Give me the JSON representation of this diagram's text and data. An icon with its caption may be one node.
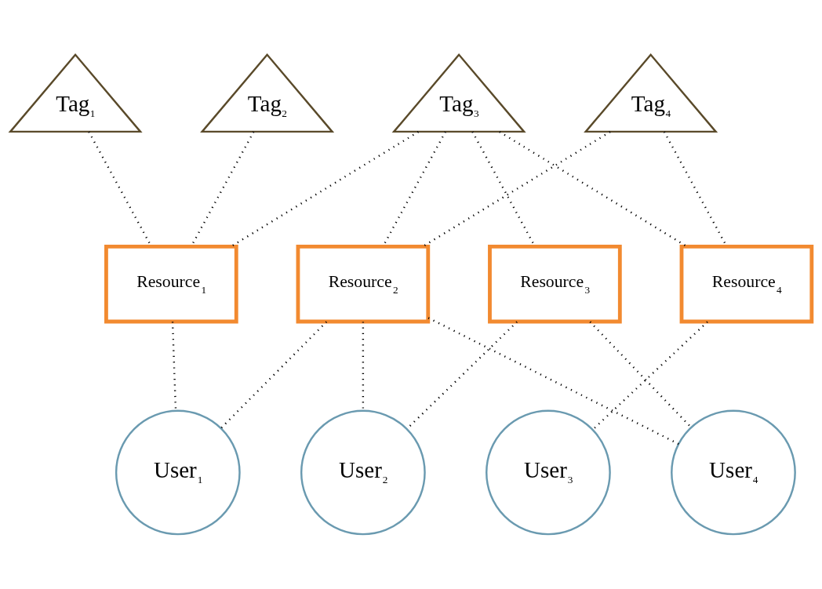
{
  "diagram": {
    "nodes": [
      {
        "text": [
          "Tag$_{1}$"
        ]
      },
      {
        "text": [
          "Tag$_{2}$"
        ]
      },
      {
        "text": [
          "Tag$_{3}$"
        ]
      },
      {
        "text": [
          "Tag$_{4}$"
        ]
      },
      {
        "text": [
          "Resource$_{1}$"
        ]
      },
      {
        "text": [
          "Resource$_{2}$"
        ]
      },
      {
        "text": [
          "Resource$_{3}$"
        ]
      },
      {
        "text": [
          "Resource$_{4}$"
        ]
      },
      {
        "text": [
          "User$_{1}$"
        ]
      },
      {
        "text": [
          "User$_{2}$"
        ]
      },
      {
        "text": [
          "User$_{3}$"
        ]
      },
      {
        "text": [
          "User$_{4}$"
        ]
      }
    ],
    "edges": [
      {
        "from": 0,
        "to": 4,
        "arrow": "none"
      },
      {
        "from": 1,
        "to": 4,
        "arrow": "none"
      },
      {
        "from": 2,
        "to": 4,
        "arrow": "none"
      },
      {
        "from": 2,
        "to": 5,
        "arrow": "none"
      },
      {
        "from": 2,
        "to": 6,
        "arrow": "none"
      },
      {
        "from": 2,
        "to": 7,
        "arrow": "none"
      },
      {
        "from": 3,
        "to": 5,
        "arrow": "none"
      },
      {
        "from": 3,
        "to": 7,
        "arrow": "none"
      },
      {
        "from": 4,
        "to": 8,
        "arrow": "none"
      },
      {
        "from": 5,
        "to": 8,
        "arrow": "none"
      },
      {
        "from": 5,
        "to": 9,
        "arrow": "none"
      },
      {
        "from": 5,
        "to": 11,
        "arrow": "none"
      },
      {
        "from": 6,
        "to": 9,
        "arrow": "none"
      },
      {
        "from": 6,
        "to": 11,
        "arrow": "none"
      },
      {
        "from": 7,
        "to": 10,
        "arrow": "none"
      }
    ]
  }
}
